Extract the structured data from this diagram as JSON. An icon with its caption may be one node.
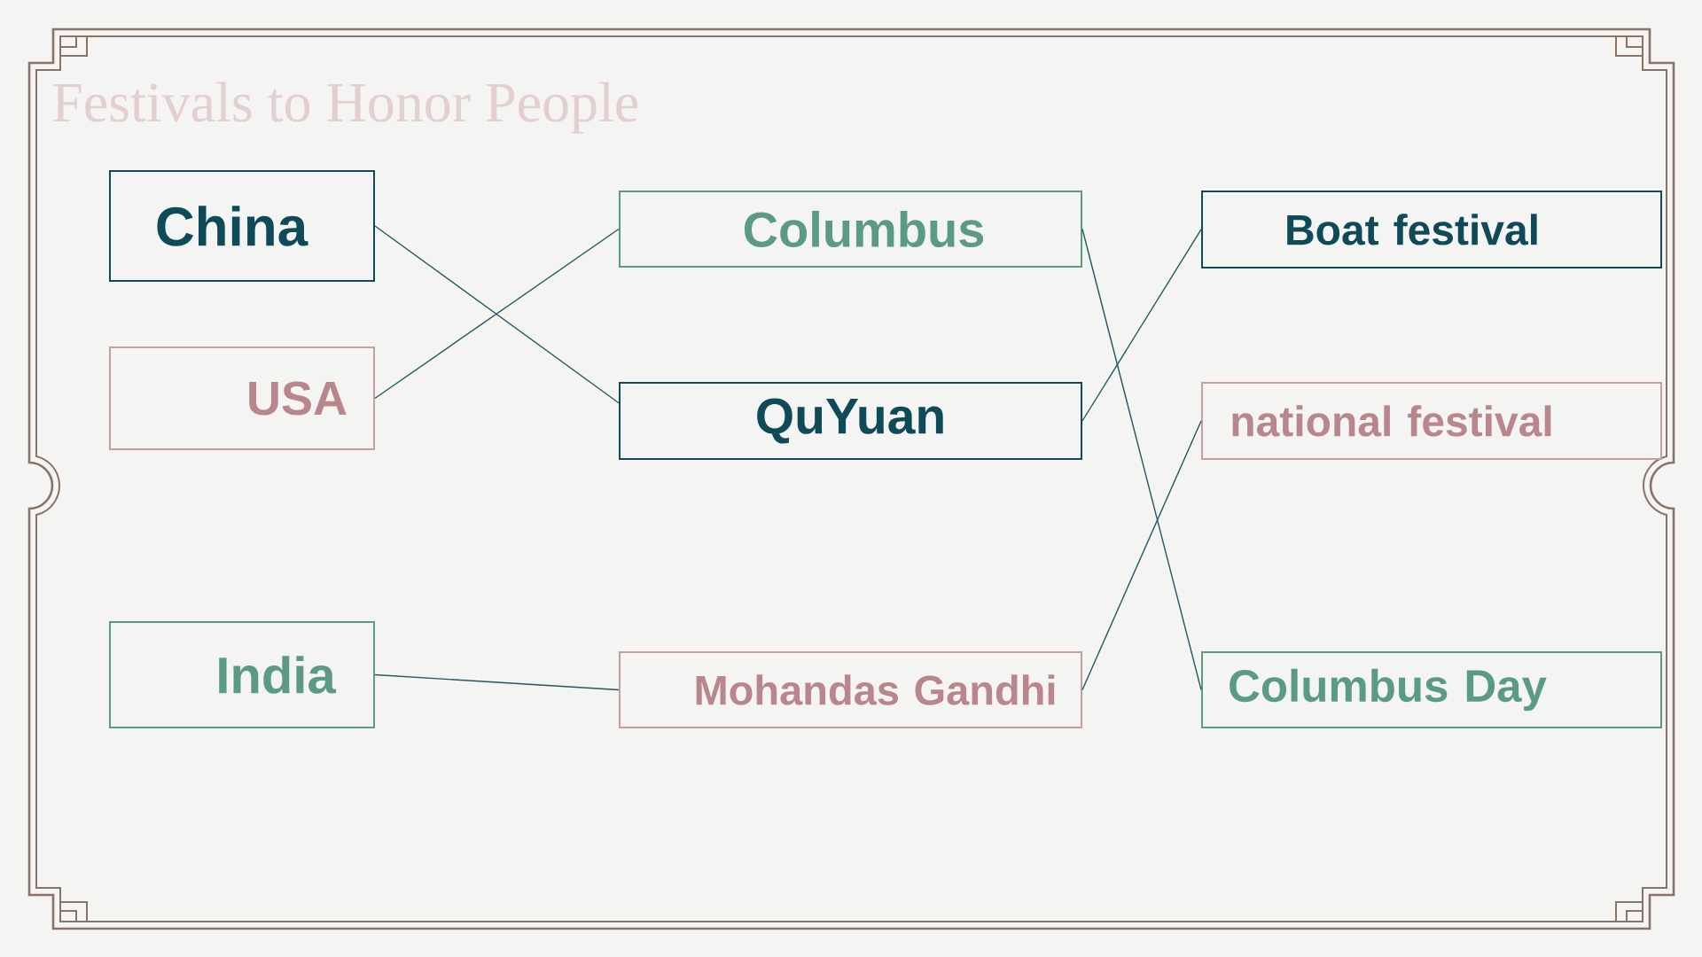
{
  "diagram": {
    "title": "Festivals to Honor People",
    "nodes": [
      {
        "text": [
          "China"
        ]
      },
      {
        "text": [
          "Columbus"
        ]
      },
      {
        "text": [
          "Boat festival"
        ]
      },
      {
        "text": [
          "USA"
        ]
      },
      {
        "text": [
          "QuYuan"
        ]
      },
      {
        "text": [
          "national festival"
        ]
      },
      {
        "text": [
          "India"
        ]
      },
      {
        "text": [
          "Mohandas Gandhi"
        ]
      },
      {
        "text": [
          "Columbus Day"
        ]
      }
    ],
    "edges": [
      {
        "from": 0,
        "to": 4,
        "arrow": "none"
      },
      {
        "from": 3,
        "to": 1,
        "arrow": "none"
      },
      {
        "from": 6,
        "to": 7,
        "arrow": "none"
      },
      {
        "from": 1,
        "to": 8,
        "arrow": "none"
      },
      {
        "from": 4,
        "to": 2,
        "arrow": "none"
      },
      {
        "from": 7,
        "to": 5,
        "arrow": "none"
      }
    ]
  }
}
